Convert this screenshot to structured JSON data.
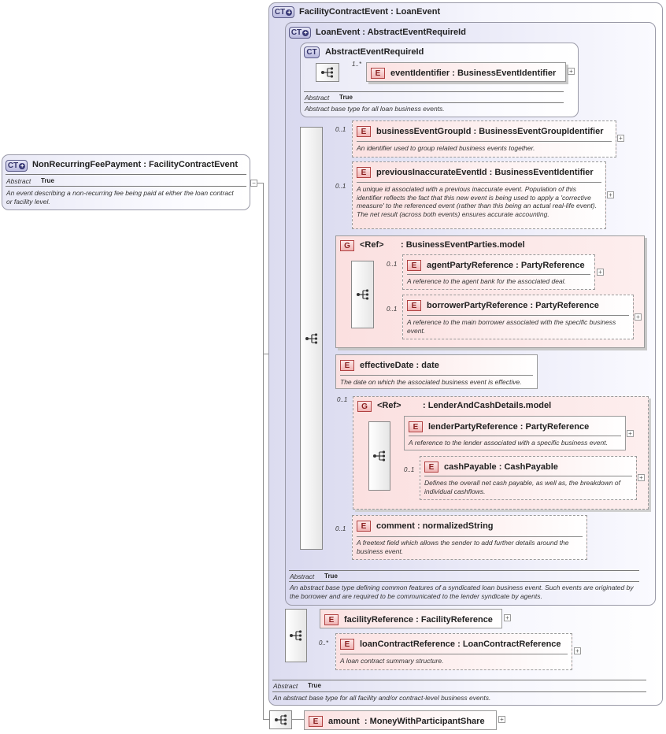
{
  "root": {
    "badge": "CT",
    "title": "NonRecurringFeePayment",
    "base": ": FacilityContractEvent",
    "abstract_label": "Abstract",
    "abstract_value": "True",
    "description": "An event describing a non-recurring fee being paid at either the loan contract or facility level."
  },
  "facility_contract_event": {
    "badge": "CT",
    "title": "FacilityContractEvent",
    "base": ": LoanEvent",
    "abstract_label": "Abstract",
    "abstract_value": "True",
    "description": "An abstract base type for all facility and/or contract-level business events."
  },
  "loan_event": {
    "badge": "CT",
    "title": "LoanEvent",
    "base": ": AbstractEventRequireId",
    "abstract_label": "Abstract",
    "abstract_value": "True",
    "description": "An abstract base type defining common features of a syndicated loan business event. Such events are originated by the borrower and are required to be communicated to the lender syndicate by agents."
  },
  "abstract_event_require_id": {
    "badge": "CT",
    "title": "AbstractEventRequireId",
    "abstract_label": "Abstract",
    "abstract_value": "True",
    "description": "Abstract base type for all loan business events."
  },
  "elements": {
    "event_identifier": {
      "badge": "E",
      "name": "eventIdentifier",
      "type": ": BusinessEventIdentifier",
      "cardinality": "1..*"
    },
    "business_event_group_id": {
      "badge": "E",
      "name": "businessEventGroupId",
      "type": ": BusinessEventGroupIdentifier",
      "cardinality": "0..1",
      "description": "An identifier used to group related business events together."
    },
    "previous_inaccurate_event_id": {
      "badge": "E",
      "name": "previousInaccurateEventId",
      "type": ": BusinessEventIdentifier",
      "cardinality": "0..1",
      "description": "A unique id associated with a previous inaccurate event. Population of this identifier reflects the fact that this new event is being used to apply a 'corrective measure' to the referenced event (rather than this being an actual real-life event). The net result (across both events) ensures accurate accounting."
    },
    "agent_party_reference": {
      "badge": "E",
      "name": "agentPartyReference",
      "type": ": PartyReference",
      "cardinality": "0..1",
      "description": "A reference to the agent bank for the associated deal."
    },
    "borrower_party_reference": {
      "badge": "E",
      "name": "borrowerPartyReference",
      "type": ": PartyReference",
      "cardinality": "0..1",
      "description": "A reference to the main borrower associated with the specific business event."
    },
    "effective_date": {
      "badge": "E",
      "name": "effectiveDate",
      "type": ": date",
      "description": "The date on which the associated business event is effective."
    },
    "lender_party_reference": {
      "badge": "E",
      "name": "lenderPartyReference",
      "type": ": PartyReference",
      "description": "A reference to the lender associated with a specific business event."
    },
    "cash_payable": {
      "badge": "E",
      "name": "cashPayable",
      "type": ": CashPayable",
      "cardinality": "0..1",
      "description": "Defines the overall net cash payable, as well as, the breakdown of individual cashflows."
    },
    "comment": {
      "badge": "E",
      "name": "comment",
      "type": ": normalizedString",
      "cardinality": "0..1",
      "description": "A freetext field which allows the sender to add further details around the business event."
    },
    "facility_reference": {
      "badge": "E",
      "name": "facilityReference",
      "type": ": FacilityReference"
    },
    "loan_contract_reference": {
      "badge": "E",
      "name": "loanContractReference",
      "type": ": LoanContractReference",
      "cardinality": "0..*",
      "description": "A loan contract summary structure."
    },
    "amount": {
      "badge": "E",
      "name": "amount",
      "type": ": MoneyWithParticipantShare"
    }
  },
  "groups": {
    "business_event_parties": {
      "badge": "G",
      "ref": "<Ref>",
      "name": ": BusinessEventParties.model"
    },
    "lender_and_cash_details": {
      "badge": "G",
      "ref": "<Ref>",
      "name": ": LenderAndCashDetails.model",
      "cardinality": "0..1"
    }
  },
  "expander_symbols": {
    "plus": "+",
    "minus": "−"
  }
}
